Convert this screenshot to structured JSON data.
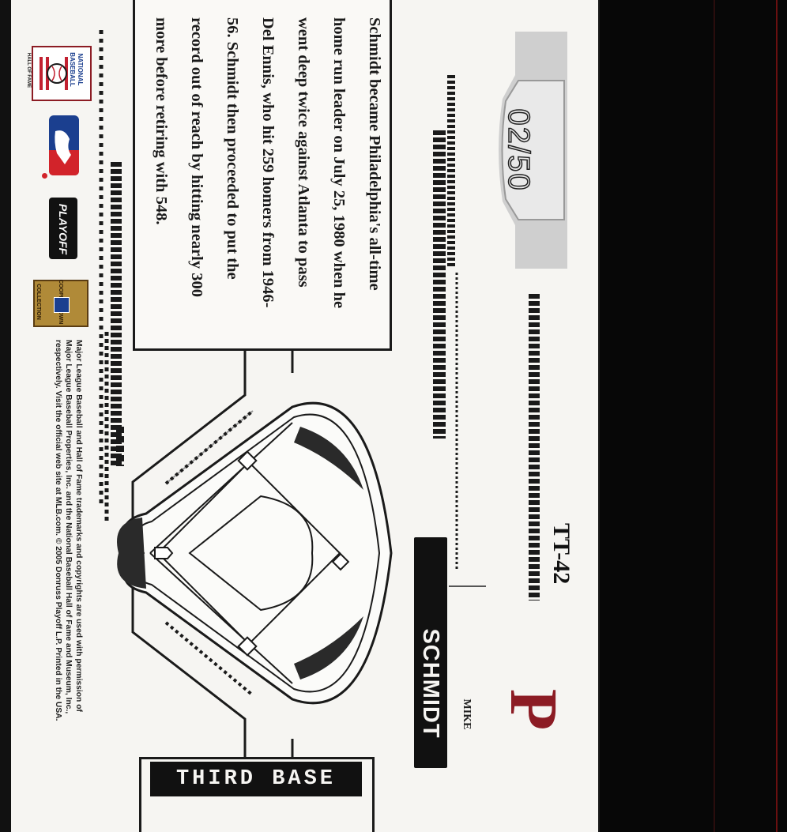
{
  "card": {
    "card_number": "TT-42",
    "serial": "02/50",
    "first_name": "MIKE",
    "last_name": "SCHMIDT",
    "position": "THIRD BASE",
    "bio": [
      "Schmidt became Philadelphia's all-time",
      "home run leader on July 25, 1980 when he",
      "went deep twice against Atlanta to pass",
      "Del Ennis, who hit 259 homers from 1946-",
      "56. Schmidt then proceeded to put the",
      "record out of reach by hitting nearly 300",
      "more before retiring with 548."
    ],
    "legal": [
      "Major League Baseball and Hall of Fame trademarks and copyrights are used with permission of",
      "Major League Baseball Properties, Inc. and the National Baseball Hall of Fame and Museum, Inc.,",
      "respectively. Visit the official web site at MLB.com. © 2005 Donruss Playoff L.P. Printed in the USA."
    ],
    "logos": {
      "hof_lines": [
        "NATIONAL",
        "BASEBALL",
        "HALL OF FAME"
      ],
      "playoff": "PLAYOFF",
      "collection_lines": [
        "COOPERSTOWN",
        "COLLECTION"
      ],
      "team_logo_letter": "P"
    }
  },
  "colors": {
    "card_bg": "#f6f5f2",
    "ink": "#1a1a1a",
    "phillies_red": "#8c1c24",
    "mlb_blue": "#1b3f8f",
    "mlb_red": "#d2232a",
    "silver": "#c9c9c9"
  }
}
